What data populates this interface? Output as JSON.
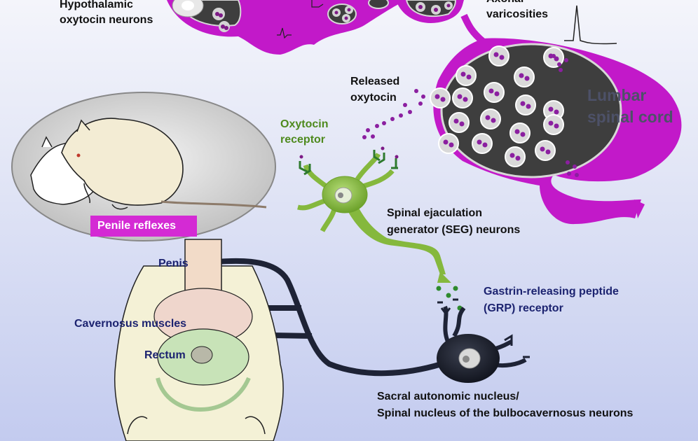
{
  "labels": {
    "hypothalamic_1": "Hypothalamic",
    "hypothalamic_2": "oxytocin neurons",
    "axonal_1": "Axonal",
    "axonal_2": "varicosities",
    "released_1": "Released",
    "released_2": "oxytocin",
    "lumbar_1": "Lumbar",
    "lumbar_2": "spinal cord",
    "oxt_receptor_1": "Oxytocin",
    "oxt_receptor_2": "receptor",
    "seg_1": "Spinal ejaculation",
    "seg_2": "generator (SEG) neurons",
    "penile_reflexes": "Penile reflexes",
    "penis": "Penis",
    "cavernosus": "Cavernosus muscles",
    "rectum": "Rectum",
    "grp_1": "Gastrin-releasing peptide",
    "grp_2": "(GRP) receptor",
    "sacral_1": "Sacral autonomic nucleus/",
    "sacral_2": "Spinal nucleus of the bulbocavernosus neurons"
  },
  "colors": {
    "oxytocin_axon": "#c219c9",
    "oxytocin_dot": "#8b1fa0",
    "seg_neuron": "#85b83d",
    "grp_dot": "#2e8a2e",
    "sacral_neuron": "#1e2336",
    "badge": "#d42ad4"
  }
}
